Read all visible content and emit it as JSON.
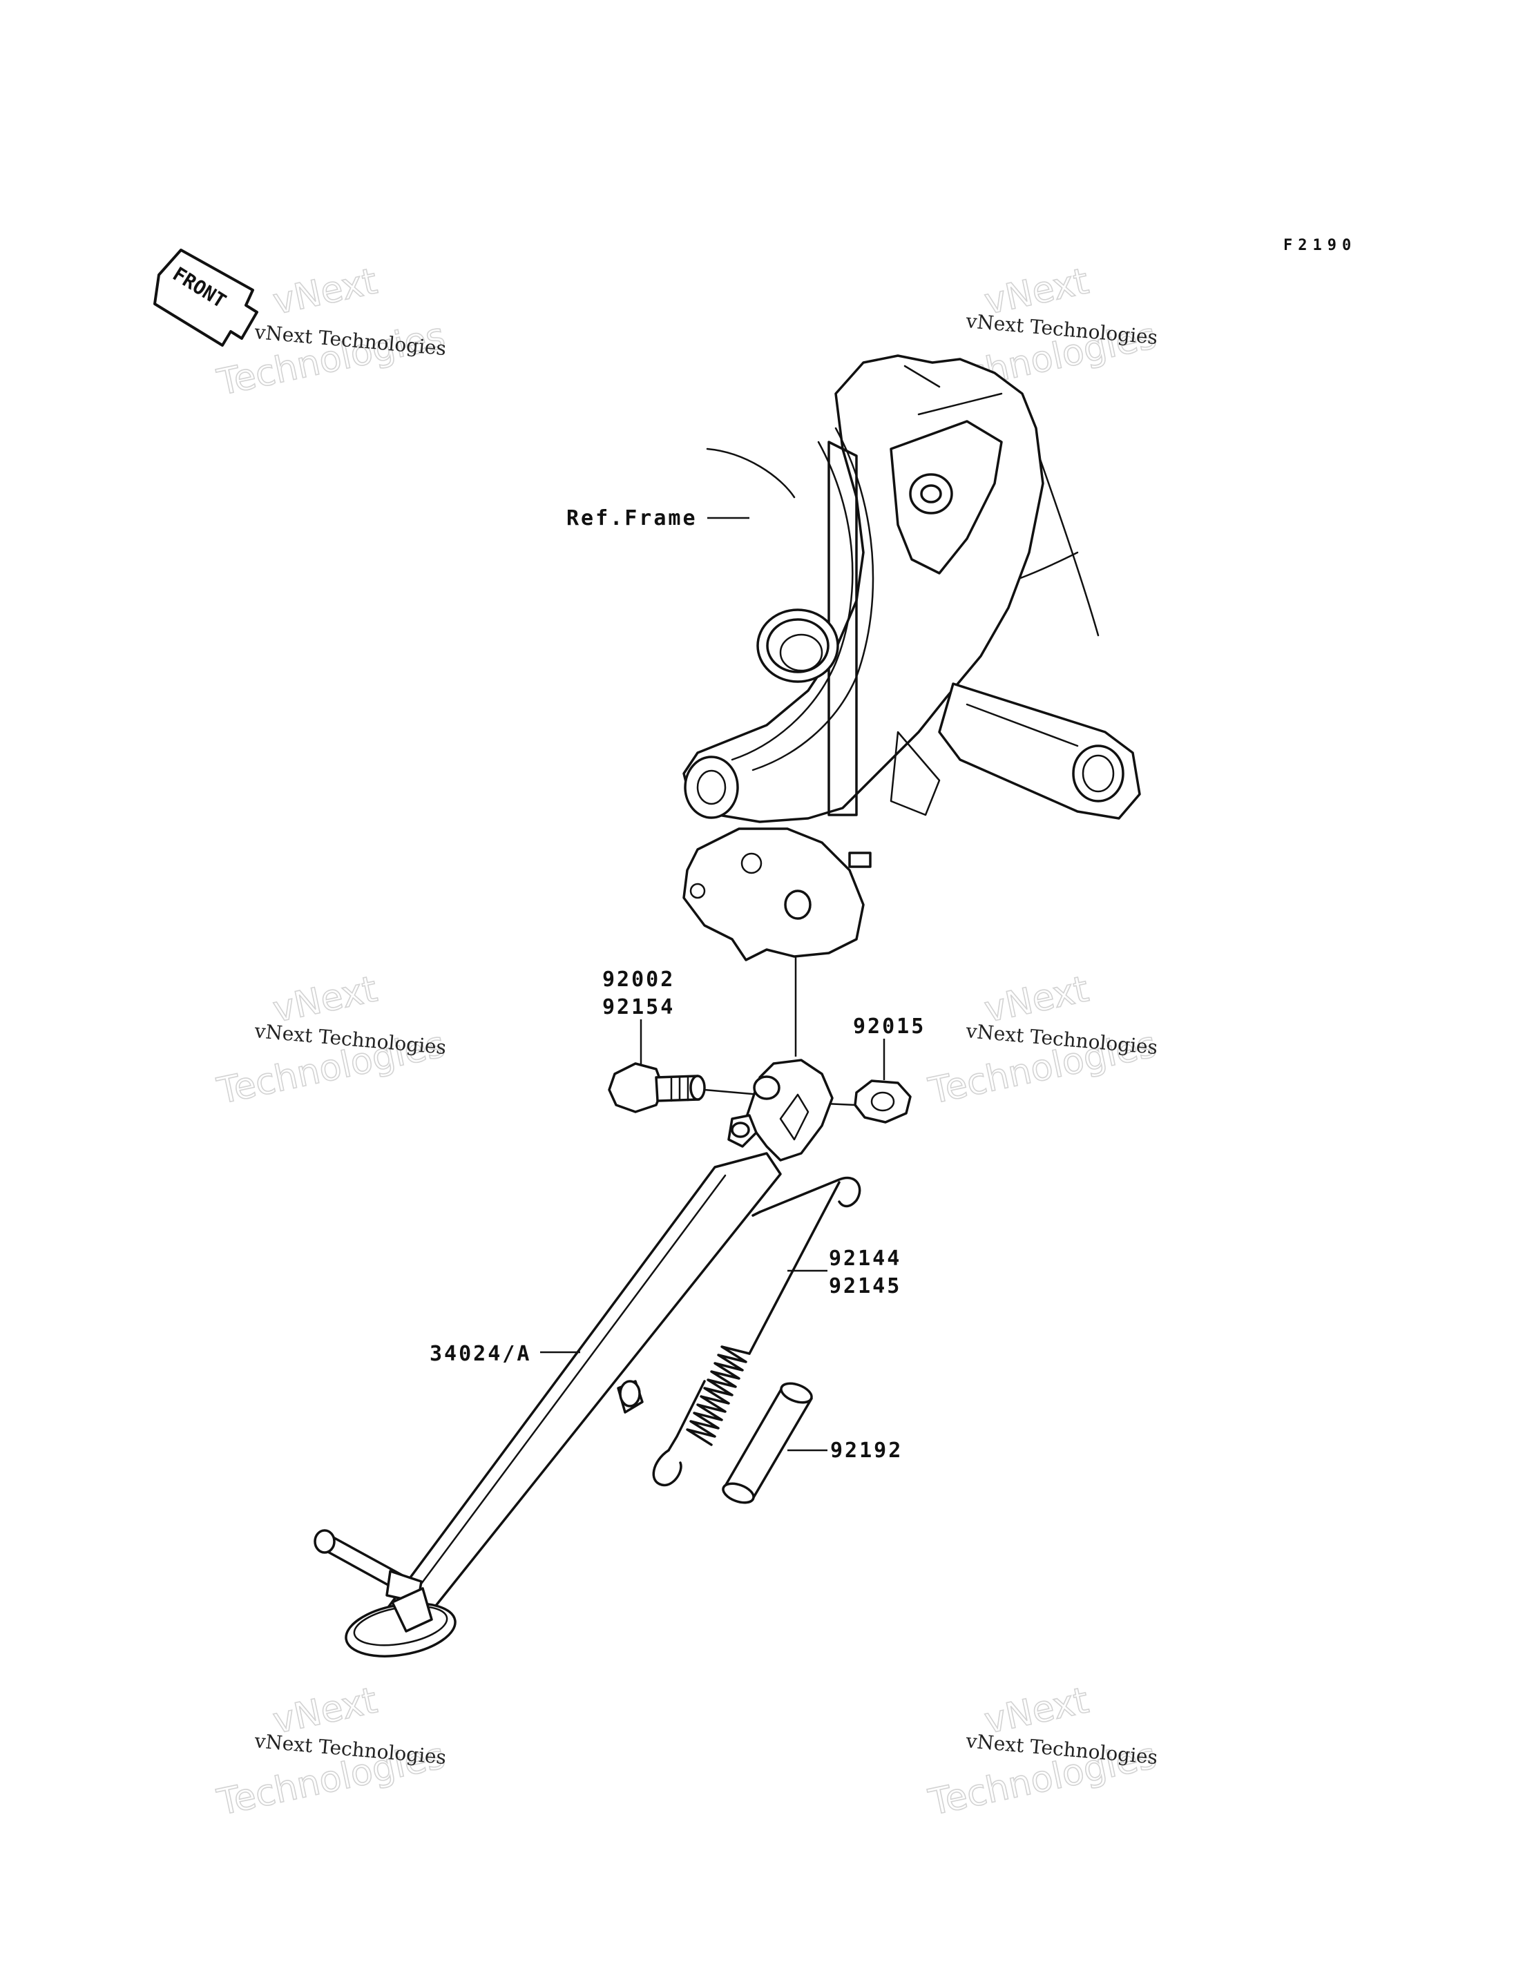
{
  "diagram_code": "F2190",
  "front_label": "FRONT",
  "watermark": {
    "line1": "vNext Technologies",
    "big1": "vNext",
    "big2": "Technologies"
  },
  "labels": {
    "ref_frame": "Ref.Frame",
    "bolt_a": "92002",
    "bolt_b": "92154",
    "nut": "92015",
    "spring_a": "92144",
    "spring_b": "92145",
    "stand": "34024/A",
    "sleeve": "92192"
  }
}
